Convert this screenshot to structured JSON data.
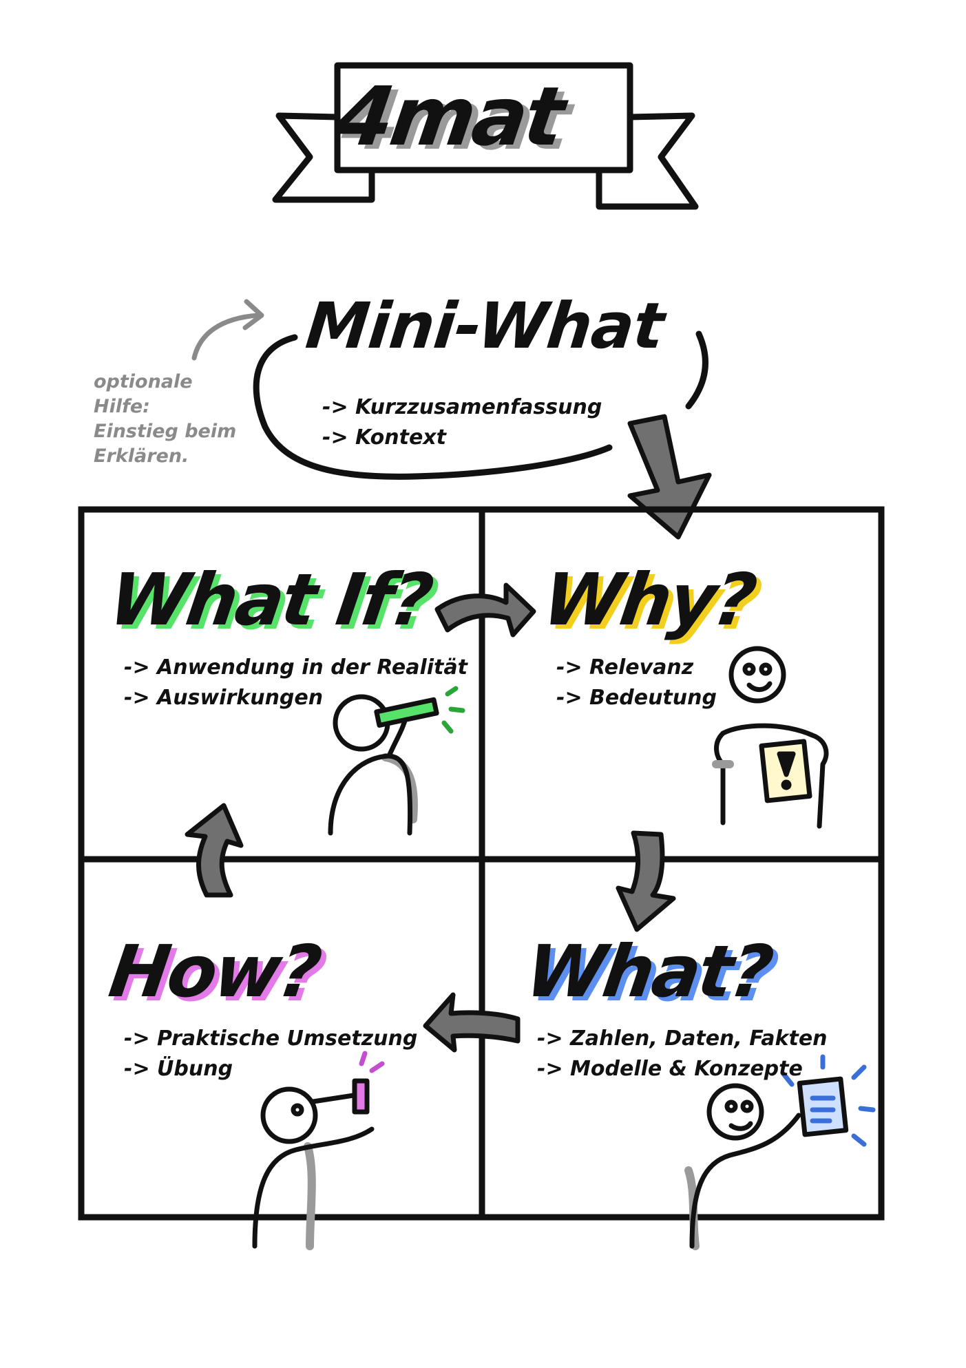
{
  "title": "4mat",
  "mini_what": {
    "title": "Mini-What",
    "items": [
      "-> Kurzzusamenfassung",
      "-> Kontext"
    ]
  },
  "side_note": {
    "lines": [
      "optionale Hilfe:",
      "Einstieg beim",
      "Erklären."
    ]
  },
  "quadrants": [
    {
      "id": "what_if",
      "title": "What If?",
      "accent": "#57e36a",
      "items": [
        "-> Anwendung in der Realität",
        "-> Auswirkungen"
      ]
    },
    {
      "id": "why",
      "title": "Why?",
      "accent": "#f2cf1f",
      "items": [
        "-> Relevanz",
        "-> Bedeutung"
      ]
    },
    {
      "id": "how",
      "title": "How?",
      "accent": "#e27ae8",
      "items": [
        "-> Praktische Umsetzung",
        "-> Übung"
      ]
    },
    {
      "id": "what",
      "title": "What?",
      "accent": "#5d8ff0",
      "items": [
        "-> Zahlen, Daten, Fakten",
        "-> Modelle & Konzepte"
      ]
    }
  ],
  "colors": {
    "ink": "#111111",
    "arrow_fill": "#707070",
    "shadow": "#9a9a9a"
  },
  "icons": [
    "banner-ribbon",
    "curved-arrow-icon",
    "flow-arrow-icon",
    "person-telescope-icon",
    "person-sign-icon",
    "person-hammer-icon",
    "person-document-icon"
  ]
}
